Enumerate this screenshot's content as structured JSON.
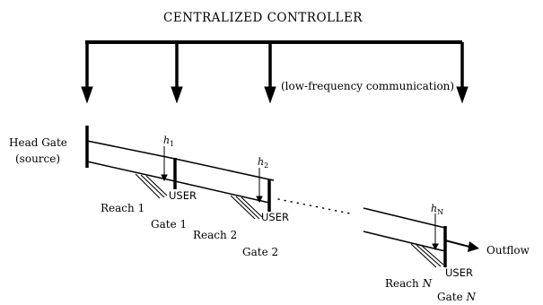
{
  "title": "CENTRALIZED CONTROLLER",
  "comm_note": "(low-frequency communication)",
  "head_gate": {
    "line1": "Head Gate",
    "line2": "(source)"
  },
  "outflow": "Outflow",
  "user_label": "USER",
  "h_labels": [
    {
      "base": "h",
      "sub": "1"
    },
    {
      "base": "h",
      "sub": "2"
    },
    {
      "base": "h",
      "sub": "N"
    }
  ],
  "reaches": [
    {
      "prefix": "Reach ",
      "index": "1",
      "italic": false
    },
    {
      "prefix": "Reach ",
      "index": "2",
      "italic": false
    },
    {
      "prefix": "Reach ",
      "index": "N",
      "italic": true
    }
  ],
  "gates": [
    {
      "prefix": "Gate ",
      "index": "1",
      "italic": false
    },
    {
      "prefix": "Gate ",
      "index": "2",
      "italic": false
    },
    {
      "prefix": "Gate ",
      "index": "N",
      "italic": true
    }
  ]
}
